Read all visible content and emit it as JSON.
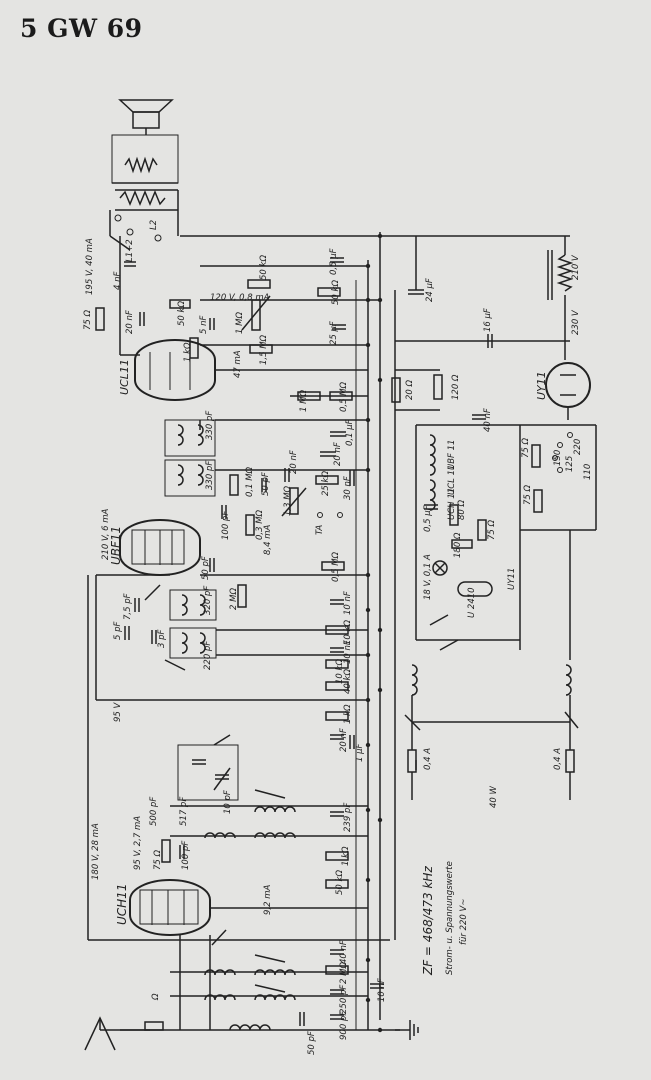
{
  "title": "5 GW 69",
  "tubes": {
    "ucl11_top": "UCL11",
    "ubf11": "UBF11",
    "uch11": "UCH11",
    "uy11": "UY11",
    "uy11_small": "UY11",
    "ucl11_heater": "UCL 11",
    "ubf11_heater": "UBF 11",
    "uch11_heater": "UCH 11",
    "lamp": "U 2410"
  },
  "voltages": {
    "ucl11": "195 V, 40 mA",
    "ucl11_screen": "120 V, 0,8 mA",
    "ucl11_cathode": "47 mA",
    "ubf11": "210 V, 6 mA",
    "ubf11_cathode": "8,4 mA",
    "uch11_a": "180 V, 28 mA",
    "uch11_b": "95 V, 2,7 mA",
    "uch11_cathode": "9,2 mA",
    "line95": "95 V",
    "mains_210": "210 V",
    "mains_230": "230 V",
    "pilot": "18 V, 0,1 A",
    "sel_110": "110",
    "sel_125": "125",
    "sel_150": "150",
    "sel_220": "220"
  },
  "components": {
    "c_4nf": "4 nF",
    "r_75": "75 Ω",
    "c_20nf": "20 nF",
    "r_50k": "50 kΩ",
    "c_5nf": "5 nF",
    "pot_1m": "1 MΩ",
    "r_1k": "1 kΩ",
    "c_05uf": "0,5 µF",
    "r_50ko": "50 kΩ",
    "r_50ks": "50 kΩ",
    "r_15m": "1,5 MΩ",
    "c_25uf": "25 µF",
    "c_24uf": "24 µF",
    "c_16uf": "16 µF",
    "r_20": "20 Ω",
    "r_120": "120 Ω",
    "c_40nf": "40 nF",
    "r_1m": "1 MΩ",
    "r_05m": "0,5 MΩ",
    "c_330": "330 pF",
    "c_330b": "330 pF",
    "c_01uf": "0,1 µF",
    "r_01m": "0,1 MΩ",
    "c_20nf2": "20 nF",
    "c_50pf": "50 pF",
    "r_03m": "0,3 MΩ",
    "c_100pf": "100 pF",
    "r_25k": "25 kΩ",
    "c_30nf": "30 nF",
    "c_20nf3": "20 nF",
    "pot_13m": "1,3 MΩ",
    "ta": "TA",
    "c_05uf2": "0,5 µF",
    "r_80": "80 Ω",
    "r_75b": "75 Ω",
    "r_180": "180 Ω",
    "r_75c": "75 Ω",
    "r_75d": "75 Ω",
    "c_75pf": "7,5 pF",
    "c_5pf": "5 pF",
    "c_3pf": "3 pF",
    "c_320": "320 pF",
    "r_2m": "2 MΩ",
    "c_10nf": "10 nF",
    "r_10k": "10 kΩ",
    "c_10nf2": "10 nF",
    "r_10k2": "10 kΩ",
    "c_220": "220 pF",
    "r_40k": "40 kΩ",
    "r_1k2": "1 kΩ",
    "c_20nf4": "20 nF",
    "c_1uf": "1 µF",
    "c_500": "500 pF",
    "c_517": "517 pF",
    "c_10pf": "10 pF",
    "c_239": "239 pF",
    "r_1k3": "1 kΩ",
    "c_100pf2": "100 pF",
    "r_75e": "75 Ω",
    "r_50k3": "50 kΩ",
    "c_40nf2": "40 nF",
    "r_2m2": "2 MΩ",
    "c_250": "250 pF",
    "c_10nf3": "10 nF",
    "c_900": "900 pF",
    "c_50pf2": "50 pF",
    "fuse1": "0,4 A",
    "fuse2": "0,4 A",
    "l1l2": "L1+2",
    "l2": "L2",
    "w": "40 W",
    "ant": "Ω"
  },
  "notes": {
    "zf": "ZF = 468/473 kHz",
    "strom": "Strom- u. Spannungswerte",
    "fur": "für 220 V~"
  }
}
